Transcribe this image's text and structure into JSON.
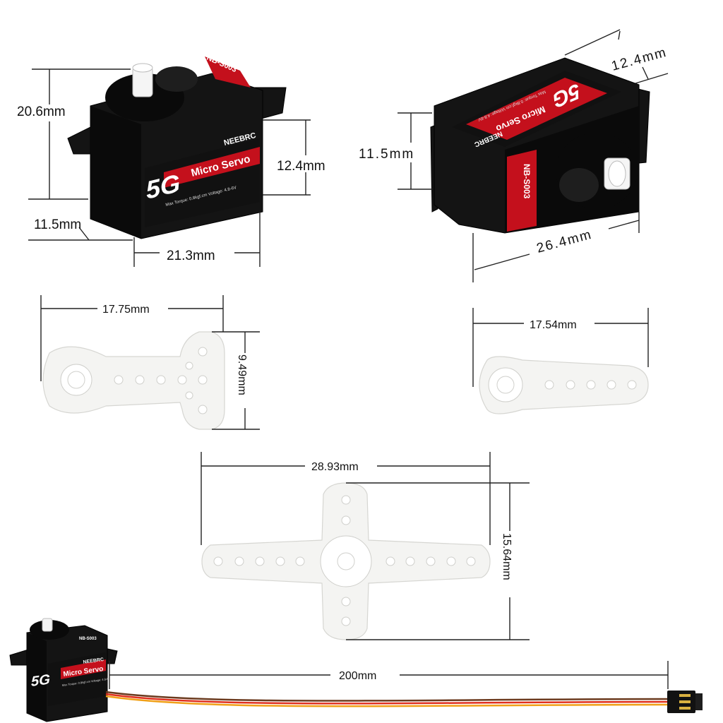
{
  "servo": {
    "brand": "NEEBRC",
    "model": "NB-S003",
    "grade": "5G",
    "name": "Micro Servo",
    "spec_line": "Max Torque: 0.8kgf.cm Voltage: 4.8-6V"
  },
  "dimensions": {
    "front_height": "20.6mm",
    "front_tab_height": "12.4mm",
    "front_depth": "11.5mm",
    "front_width": "21.3mm",
    "back_top_depth": "12.4mm",
    "back_side_height": "11.5mm",
    "back_width": "26.4mm",
    "horn_t_length": "17.75mm",
    "horn_t_height": "9.49mm",
    "horn_single_length": "17.54mm",
    "horn_cross_length": "28.93mm",
    "horn_cross_height": "15.64mm",
    "cable_length": "200mm"
  },
  "colors": {
    "body": "#141414",
    "label_red": "#c4101c",
    "horn": "#f4f4f2",
    "wire_brown": "#6b3a1e",
    "wire_red": "#e0301e",
    "wire_orange": "#f0a018"
  }
}
